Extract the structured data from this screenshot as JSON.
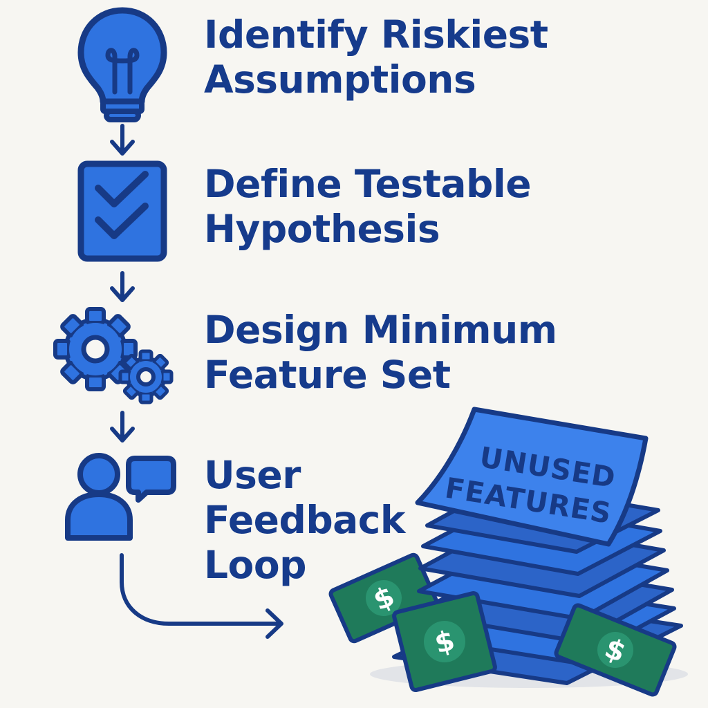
{
  "steps": [
    {
      "icon": "lightbulb-icon",
      "lines": [
        "Identify Riskiest",
        "Assumptions"
      ]
    },
    {
      "icon": "checklist-icon",
      "lines": [
        "Define Testable",
        "Hypothesis"
      ]
    },
    {
      "icon": "gears-icon",
      "lines": [
        "Design Minimum",
        "Feature Set"
      ]
    },
    {
      "icon": "user-chat-icon",
      "lines": [
        "User",
        "Feedback",
        "Loop"
      ]
    }
  ],
  "pile": {
    "stamp_line_1": "UNUSED",
    "stamp_line_2": "FEATURES",
    "currency_symbol": "$"
  },
  "colors": {
    "background": "#f7f6f2",
    "primary_blue": "#2f73e0",
    "outline_navy": "#173a86",
    "text_navy": "#163b8c",
    "money_green": "#1f7a5a"
  }
}
